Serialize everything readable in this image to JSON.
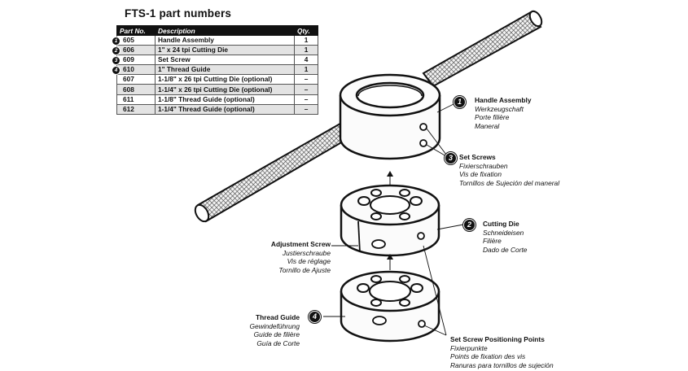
{
  "title": "FTS-1 part numbers",
  "table": {
    "headers": [
      "Part No.",
      "Description",
      "Qty."
    ],
    "rows": [
      {
        "badge": "1",
        "part_no": "605",
        "description": "Handle Assembly",
        "qty": "1"
      },
      {
        "badge": "2",
        "part_no": "606",
        "description": "1\" x 24 tpi Cutting Die",
        "qty": "1"
      },
      {
        "badge": "3",
        "part_no": "609",
        "description": "Set Screw",
        "qty": "4"
      },
      {
        "badge": "4",
        "part_no": "610",
        "description": "1\" Thread Guide",
        "qty": "1"
      },
      {
        "badge": "",
        "part_no": "607",
        "description": "1-1/8\" x 26 tpi Cutting Die (optional)",
        "qty": "–"
      },
      {
        "badge": "",
        "part_no": "608",
        "description": "1-1/4\" x 26 tpi Cutting Die (optional)",
        "qty": "–"
      },
      {
        "badge": "",
        "part_no": "611",
        "description": "1-1/8\" Thread Guide (optional)",
        "qty": "–"
      },
      {
        "badge": "",
        "part_no": "612",
        "description": "1-1/4\" Thread Guide (optional)",
        "qty": "–"
      }
    ]
  },
  "callouts": {
    "handle_assembly": {
      "number": "1",
      "en": "Handle Assembly",
      "de": "Werkzeugschaft",
      "fr": "Porte filière",
      "es": "Maneral"
    },
    "set_screws": {
      "number": "3",
      "en": "Set Screws",
      "de": "Fixierschrauben",
      "fr": "Vis de fixation",
      "es": "Tornillos de Sujeción del maneral"
    },
    "cutting_die": {
      "number": "2",
      "en": "Cutting Die",
      "de": "Schneideisen",
      "fr": "Filière",
      "es": "Dado de Corte"
    },
    "adjustment_screw": {
      "en": "Adjustment Screw",
      "de": "Justierschraube",
      "fr": "Vis de réglage",
      "es": "Tornillo de Ajuste"
    },
    "thread_guide": {
      "number": "4",
      "en": "Thread Guide",
      "de": "Gewindeführung",
      "fr": "Guide de filière",
      "es": "Guía de Corte"
    },
    "set_screw_positioning_points": {
      "en": "Set Screw Positioning Points",
      "de": "Fixierpunkte",
      "fr": "Points de fixation des vis",
      "es": "Ranuras para tornillos de sujeción"
    }
  }
}
